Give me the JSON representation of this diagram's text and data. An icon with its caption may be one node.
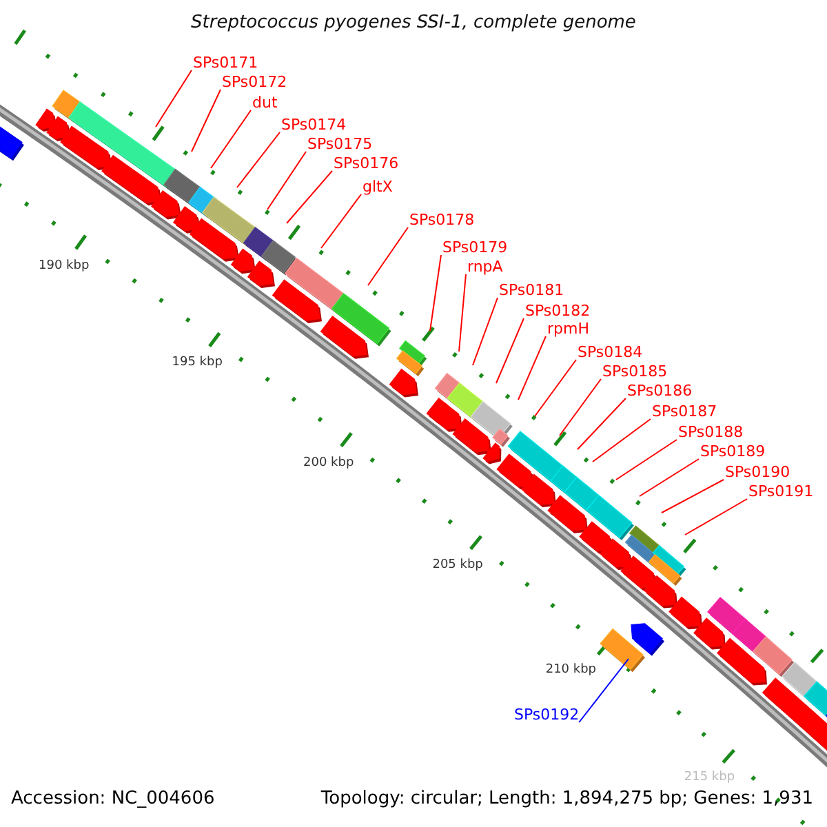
{
  "diagram": {
    "title": "Streptococcus pyogenes SSI-1, complete genome",
    "nodes": [
      {
        "text": [
          "SPs0171"
        ]
      },
      {
        "text": [
          "SPs0172"
        ]
      },
      {
        "text": [
          "dut"
        ]
      },
      {
        "text": [
          "SPs0174"
        ]
      },
      {
        "text": [
          "SPs0175"
        ]
      },
      {
        "text": [
          "SPs0176"
        ]
      },
      {
        "text": [
          "gltX"
        ]
      },
      {
        "text": [
          "SPs0178"
        ]
      },
      {
        "text": [
          "SPs0179"
        ]
      },
      {
        "text": [
          "rnpA"
        ]
      },
      {
        "text": [
          "SPs0181"
        ]
      },
      {
        "text": [
          "SPs0182"
        ]
      },
      {
        "text": [
          "rpmH"
        ]
      },
      {
        "text": [
          "SPs0184"
        ]
      },
      {
        "text": [
          "SPs0185"
        ]
      },
      {
        "text": [
          "SPs0186"
        ]
      },
      {
        "text": [
          "SPs0187"
        ]
      },
      {
        "text": [
          "SPs0188"
        ]
      },
      {
        "text": [
          "SPs0189"
        ]
      },
      {
        "text": [
          "SPs0190"
        ]
      },
      {
        "text": [
          "SPs0191"
        ]
      },
      {
        "text": [
          "SPs0192"
        ]
      }
    ],
    "edges": [
      {
        "from": 0,
        "to": null,
        "arrow": "none"
      },
      {
        "from": 1,
        "to": null,
        "arrow": "none"
      },
      {
        "from": 2,
        "to": null,
        "arrow": "none"
      },
      {
        "from": 3,
        "to": null,
        "arrow": "none"
      },
      {
        "from": 4,
        "to": null,
        "arrow": "none"
      },
      {
        "from": 5,
        "to": null,
        "arrow": "none"
      },
      {
        "from": 6,
        "to": null,
        "arrow": "none"
      },
      {
        "from": 7,
        "to": null,
        "arrow": "none"
      },
      {
        "from": 8,
        "to": null,
        "arrow": "none"
      },
      {
        "from": 9,
        "to": null,
        "arrow": "none"
      },
      {
        "from": 10,
        "to": null,
        "arrow": "none"
      },
      {
        "from": 11,
        "to": null,
        "arrow": "none"
      },
      {
        "from": 12,
        "to": null,
        "arrow": "none"
      },
      {
        "from": 13,
        "to": null,
        "arrow": "none"
      },
      {
        "from": 14,
        "to": null,
        "arrow": "none"
      },
      {
        "from": 15,
        "to": null,
        "arrow": "none"
      },
      {
        "from": 16,
        "to": null,
        "arrow": "none"
      },
      {
        "from": 17,
        "to": null,
        "arrow": "none"
      },
      {
        "from": 18,
        "to": null,
        "arrow": "none"
      },
      {
        "from": 19,
        "to": null,
        "arrow": "none"
      },
      {
        "from": 20,
        "to": null,
        "arrow": "none"
      },
      {
        "from": 21,
        "to": null,
        "arrow": "none",
        "color": "#0000ff"
      }
    ],
    "labels": [
      "190 kbp",
      "195 kbp",
      "200 kbp",
      "205 kbp",
      "210 kbp",
      "215 kbp",
      "Accession: NC_004606",
      "Topology: circular; Length: 1,894,275 bp; Genes: 1,931"
    ]
  }
}
